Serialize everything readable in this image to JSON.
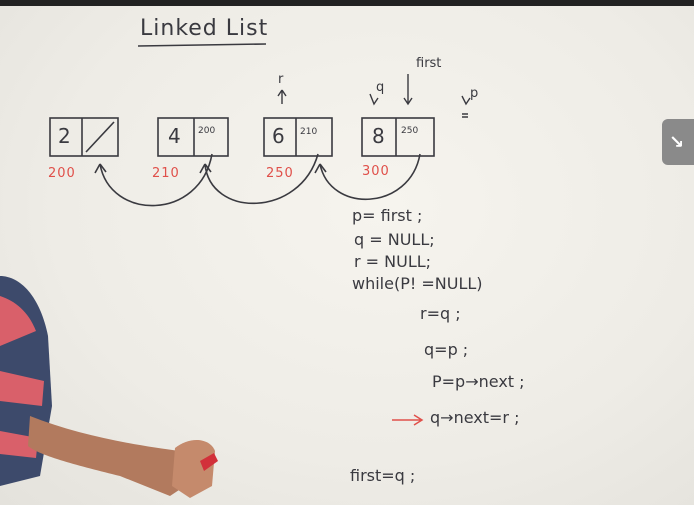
{
  "whiteboard": {
    "title": "Linked List",
    "nodes": [
      {
        "data": "2",
        "link": "",
        "address": "200"
      },
      {
        "data": "4",
        "link": "200",
        "address": "210"
      },
      {
        "data": "6",
        "link": "210",
        "address": "250"
      },
      {
        "data": "8",
        "link": "250",
        "address": "300"
      }
    ],
    "pointer_labels": {
      "r": "r",
      "q": "q",
      "first": "first",
      "p": "p"
    },
    "code_lines": [
      "p= first ;",
      "q = NULL;",
      "r = NULL;",
      "while(P! =NULL)",
      "r=q ;",
      "q=p ;",
      "P=p→next ;",
      "q→next=r ;",
      "first=q ;"
    ]
  },
  "overlay": {
    "button_icon": "expand-icon",
    "glyph": "↘"
  },
  "colors": {
    "marker_ink": "#3a3a40",
    "address_ink": "#e0504a",
    "board": "#f2f0ea"
  }
}
